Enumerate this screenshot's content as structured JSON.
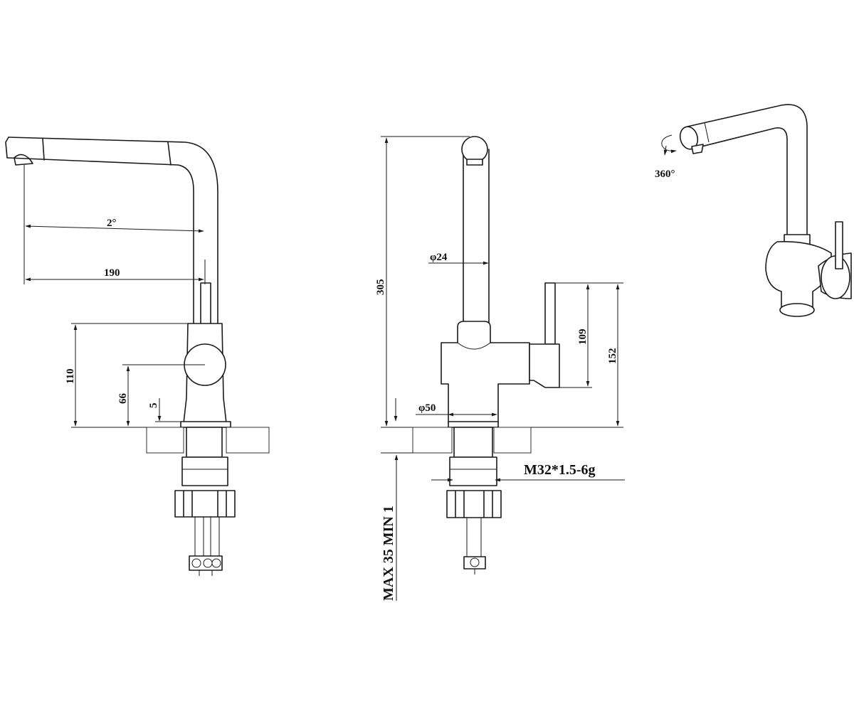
{
  "drawing": {
    "side_view": {
      "reach_angle_label": "2°",
      "reach_label": "190",
      "height_label": "110",
      "lever_height_label": "66",
      "base_label": "5"
    },
    "front_view": {
      "total_height_label": "305",
      "spout_diameter_label": "φ24",
      "base_diameter_label": "φ50",
      "handle_height_label": "109",
      "handle_total_label": "152",
      "thread_label": "M32*1.5-6g",
      "deck_thickness_label": "MAX 35 MIN 1"
    },
    "iso_view": {
      "rotation_label": "360°"
    },
    "colors": {
      "line": "#1a1a1a",
      "background": "#ffffff"
    }
  }
}
